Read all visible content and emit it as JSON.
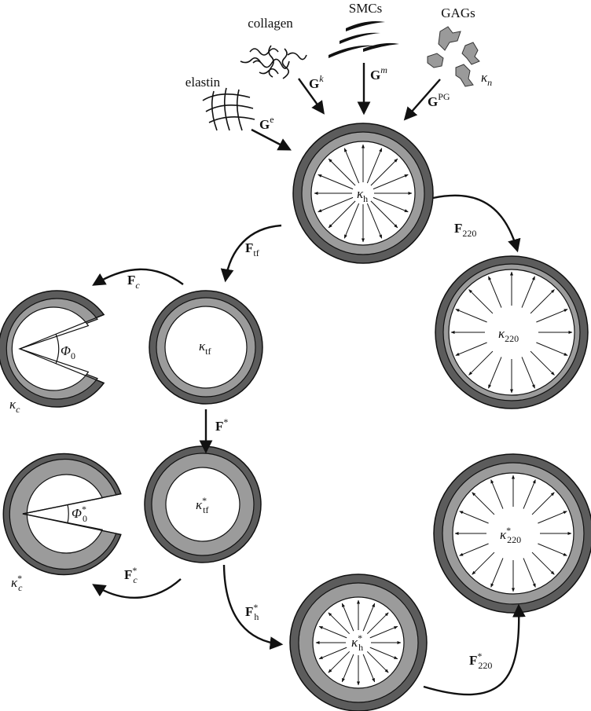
{
  "constituents": {
    "collagen": "collagen",
    "smcs": "SMCs",
    "gags": "GAGs",
    "elastin": "elastin"
  },
  "greek": {
    "kappa": "κ",
    "phi": "Φ"
  },
  "labels": {
    "G_k_base": "G",
    "G_k_sup": "k",
    "G_m_base": "G",
    "G_m_sup": "m",
    "G_PG_base": "G",
    "G_PG_sup": "PG",
    "G_e_base": "G",
    "G_e_sup": "e",
    "kappa_n_sub": "n",
    "kappa_h_sub": "h",
    "F_220_base": "F",
    "F_220_sub": "220",
    "F_tf_base": "F",
    "F_tf_sub": "tf",
    "F_c_base": "F",
    "F_c_sub": "c",
    "kappa_tf_sub": "tf",
    "kappa_220_sub": "220",
    "Phi_0_sub": "0",
    "kappa_c_sub": "c",
    "F_star_base": "F",
    "F_star_sup": "*",
    "kappa_tf_star_sub": "tf",
    "kappa_tf_star_sup": "*",
    "Phi_0_star_sub": "0",
    "Phi_0_star_sup": "*",
    "kappa_c_star_sub": "c",
    "kappa_c_star_sup": "*",
    "F_c_star_base": "F",
    "F_c_star_sub": "c",
    "F_c_star_sup": "*",
    "F_h_star_base": "F",
    "F_h_star_sub": "h",
    "F_h_star_sup": "*",
    "kappa_h_star_sub": "h",
    "kappa_h_star_sup": "*",
    "kappa_220_star_sub": "220",
    "kappa_220_star_sup": "*",
    "F_220_star_base": "F",
    "F_220_star_sub": "220",
    "F_220_star_sup": "*"
  },
  "colors": {
    "outer_ring": "#5c5c5c",
    "inner_ring": "#9b9b9b",
    "stroke": "#111111",
    "background": "#ffffff"
  }
}
